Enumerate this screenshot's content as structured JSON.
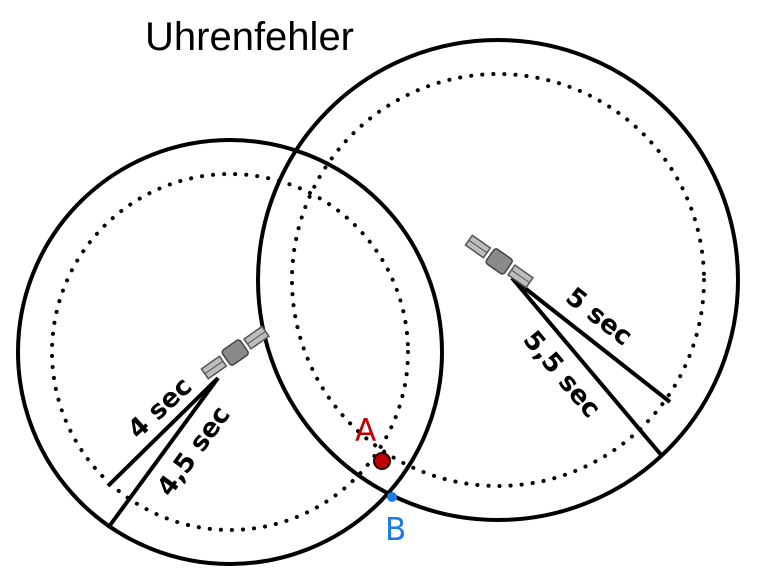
{
  "title": "Uhrenfehler",
  "satellites": [
    {
      "name": "satellite-left",
      "labels": [
        "4 sec",
        "4,5 sec"
      ]
    },
    {
      "name": "satellite-right",
      "labels": [
        "5 sec",
        "5,5 sec"
      ]
    }
  ],
  "points": {
    "a": {
      "label": "A",
      "color": "#c00000"
    },
    "b": {
      "label": "B",
      "color": "#1e7be6"
    }
  },
  "colors": {
    "circle": "#000000",
    "satellite_body": "#8a8a8a"
  }
}
